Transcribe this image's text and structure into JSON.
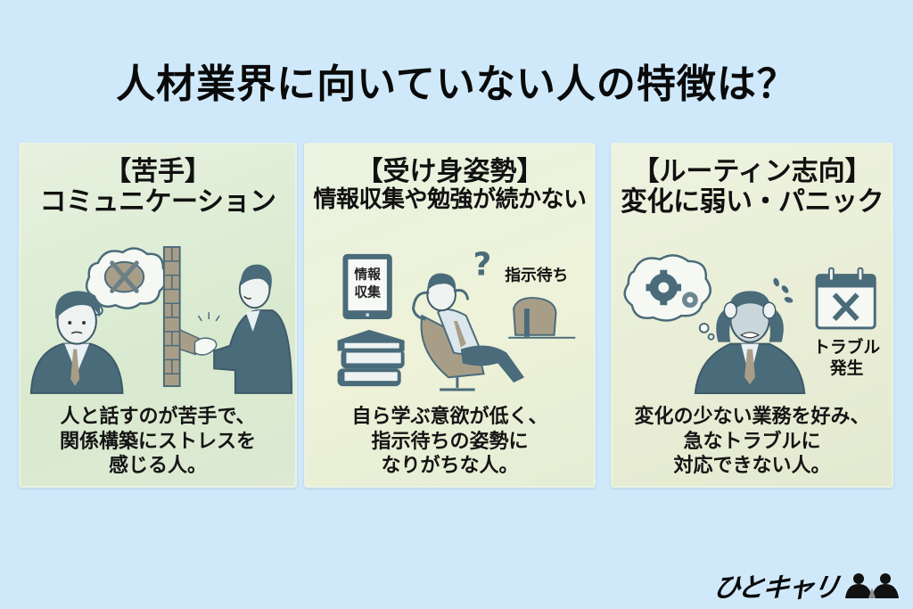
{
  "page": {
    "title": "人材業界に向いていない人の特徴は？",
    "background_color": "#cfe9fb"
  },
  "cards": [
    {
      "tag": "【苦手】",
      "heading": "コミュニケーション",
      "illustration": {
        "icons": [
          "worried-businessman-icon",
          "thought-bubble-no-speech-icon",
          "brick-wall-icon",
          "handshake-icon",
          "smiling-businessman-icon"
        ]
      },
      "description": [
        "人と話すのが苦手で、",
        "関係構築にストレスを",
        "感じる人。"
      ]
    },
    {
      "tag": "【受け身姿勢】",
      "heading": "情報収集や勉強が続かない",
      "illustration": {
        "tablet_label_line1": "情報",
        "tablet_label_line2": "収集",
        "waiting_label": "指示待ち",
        "icons": [
          "tablet-icon",
          "book-stack-icon",
          "reclining-businessman-icon",
          "question-mark-icon",
          "desk-icon"
        ]
      },
      "description": [
        "自ら学ぶ意欲が低く、",
        "指示待ちの姿勢に",
        "なりがちな人。"
      ]
    },
    {
      "tag": "【ルーティン志向】",
      "heading": "変化に弱い・パニック",
      "illustration": {
        "trouble_label_line1": "トラブル",
        "trouble_label_line2": "発生",
        "icons": [
          "thought-bubble-gears-icon",
          "panicking-businessman-icon",
          "calendar-cross-icon",
          "sweat-drops-icon"
        ]
      },
      "description": [
        "変化の少ない業務を好み、",
        "急なトラブルに",
        "対応できない人。"
      ]
    }
  ],
  "logo": {
    "text": "ひとキャリ",
    "icon": "two-people-icon"
  },
  "colors": {
    "ink": "#111111",
    "figure": "#4a6b7a",
    "figure_dark": "#3d5a68",
    "accent_tan": "#a89e88",
    "shirt": "#e9f1f4"
  }
}
